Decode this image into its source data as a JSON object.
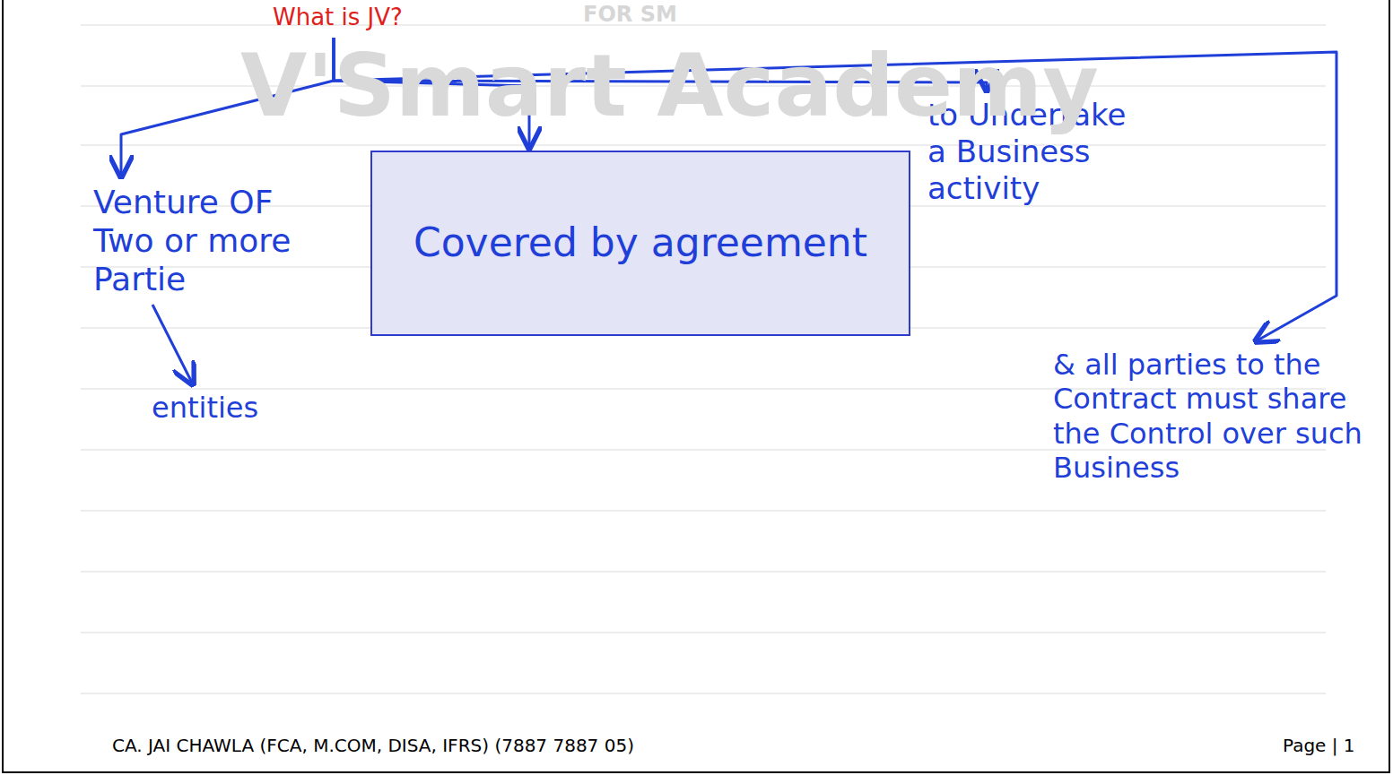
{
  "diagram": {
    "nodes": [
      {
        "text": [
          "What is JV?"
        ]
      },
      {
        "text": [
          "Venture OF Two or more Partie"
        ]
      },
      {
        "text": [
          "entities"
        ]
      },
      {
        "text": [
          "Covered by agreement"
        ]
      },
      {
        "text": [
          "to Undertake a Business activity"
        ]
      },
      {
        "text": [
          "& all parties to the Contract must share the Control over such Business"
        ]
      }
    ],
    "edges": [
      {
        "from": 0,
        "to": 1,
        "arrow": "to"
      },
      {
        "from": 0,
        "to": 3,
        "arrow": "to"
      },
      {
        "from": 0,
        "to": 4,
        "arrow": "to"
      },
      {
        "from": 0,
        "to": 5,
        "arrow": "to"
      },
      {
        "from": 1,
        "to": 2,
        "arrow": "to"
      }
    ],
    "labels": [
      "FOR SM",
      "V'Smart Academy",
      "CA. JAI CHAWLA (FCA, M.COM, DISA, IFRS) (7887 7887 05)",
      "Page | 1"
    ]
  }
}
